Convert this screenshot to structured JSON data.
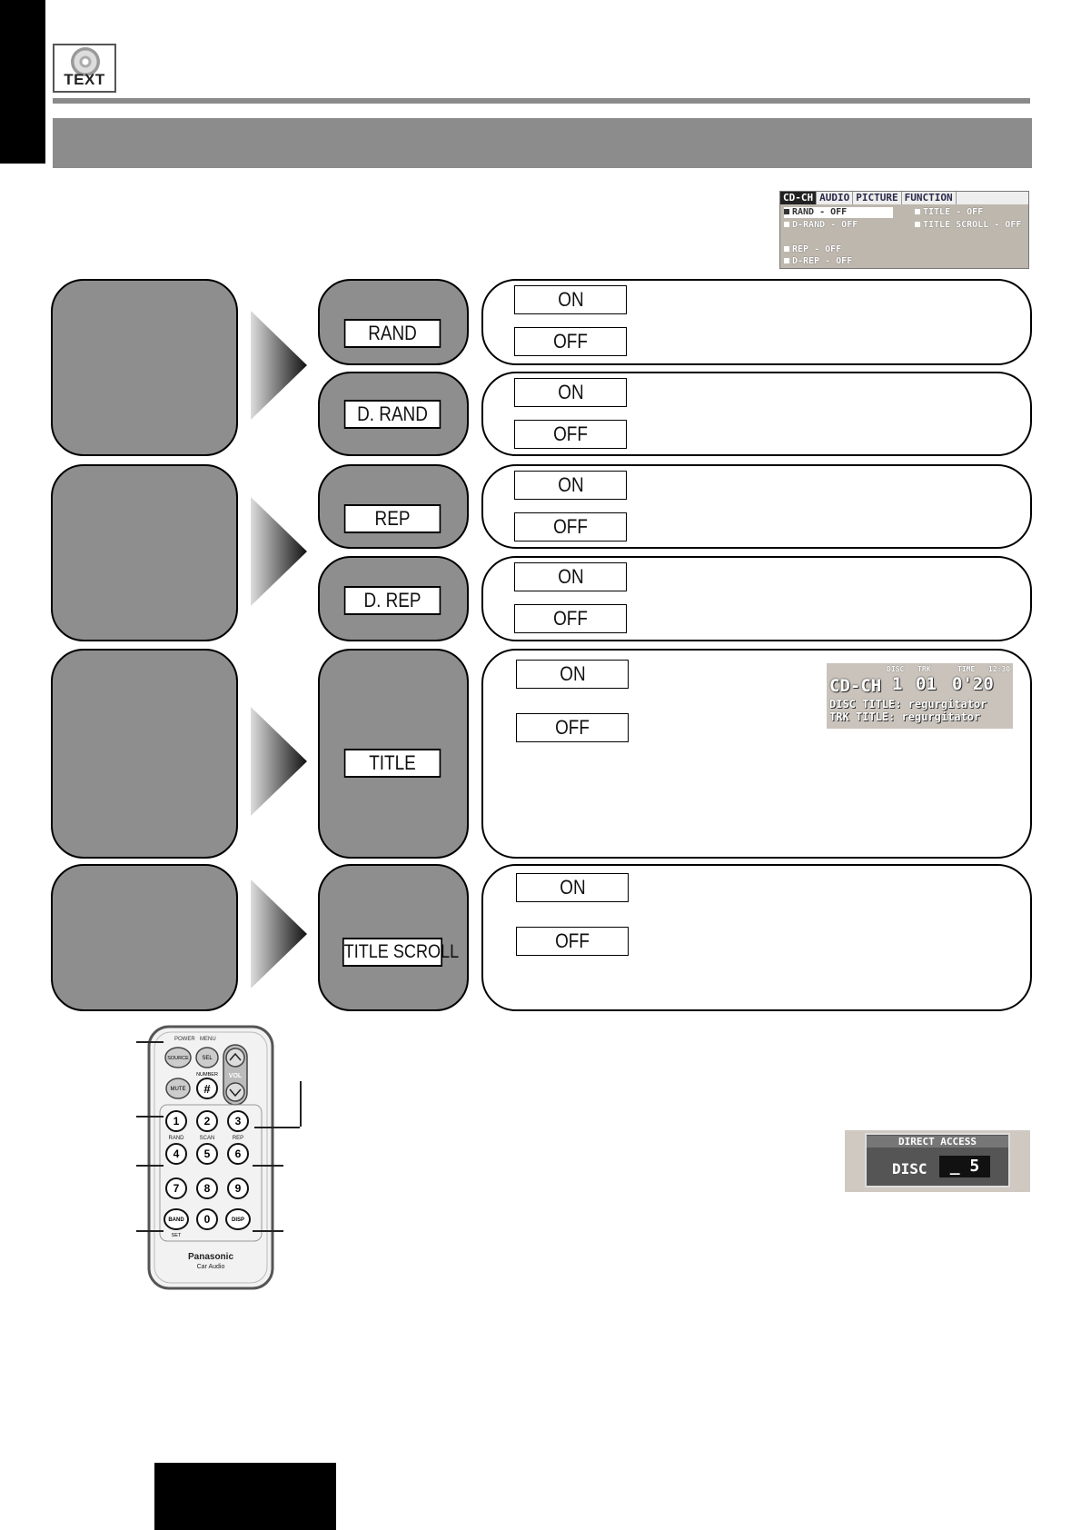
{
  "header": {
    "icon_label": "TEXT"
  },
  "menu_screen": {
    "tabs": [
      "CD-CH",
      "AUDIO",
      "PICTURE",
      "FUNCTION"
    ],
    "left_rows": [
      "RAND - OFF",
      "D-RAND - OFF",
      "REP - OFF",
      "D-REP - OFF"
    ],
    "right_rows": [
      "TITLE - OFF",
      "TITLE SCROLL - OFF"
    ]
  },
  "settings": [
    {
      "label": "RAND",
      "on": "ON",
      "off": "OFF"
    },
    {
      "label": "D. RAND",
      "on": "ON",
      "off": "OFF"
    },
    {
      "label": "REP",
      "on": "ON",
      "off": "OFF"
    },
    {
      "label": "D. REP",
      "on": "ON",
      "off": "OFF"
    },
    {
      "label": "TITLE",
      "on": "ON",
      "off": "OFF"
    },
    {
      "label": "TITLE SCROLL",
      "on": "ON",
      "off": "OFF"
    }
  ],
  "title_screen": {
    "source": "CD-CH",
    "disc_label": "DISC",
    "disc_value": "1",
    "track_label": "TRK",
    "track_value": "01",
    "time_label": "TIME",
    "time_value": "0'20",
    "clock": "12:30",
    "disc_title": "DISC TITLE: regurgitator",
    "track_title": "TRK TITLE: regurgitator"
  },
  "direct_access": {
    "title": "DIRECT ACCESS",
    "disc_label": "DISC",
    "disc_value": "_ 5"
  },
  "remote": {
    "top_labels": [
      "POWER",
      "MENU"
    ],
    "source": "SOURCE",
    "sel": "SEL",
    "mute": "MUTE",
    "number_label": "NUMBER",
    "hash": "#",
    "vol": "VOL",
    "keys": [
      "1",
      "2",
      "3",
      "4",
      "5",
      "6",
      "7",
      "8",
      "9",
      "0"
    ],
    "sub_labels": [
      "RAND",
      "SCAN",
      "REP"
    ],
    "band": "BAND",
    "set": "SET",
    "disp": "DISP",
    "brand": "Panasonic",
    "brand_sub": "Car Audio"
  }
}
